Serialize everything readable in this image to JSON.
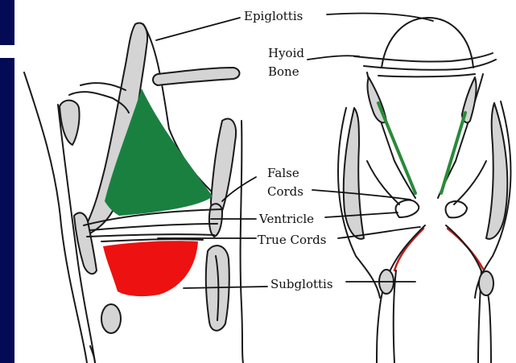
{
  "labels": {
    "epiglottis": "Epiglottis",
    "hyoid_line1": "Hyoid",
    "hyoid_line2": "Bone",
    "false_line1": "False",
    "false_line2": "Cords",
    "ventricle": "Ventricle",
    "true_cords": "True Cords",
    "subglottis": "Subglottis"
  },
  "colors": {
    "left_bar": "#050a55",
    "outline": "#1a1a1a",
    "cartilage_fill": "#d4d4d4",
    "supraglottic_region": "#1a8040",
    "subglottic_region": "#ee1111",
    "true_cord_line": "#c81e1e",
    "false_cord_line": "#2a8a3a"
  }
}
